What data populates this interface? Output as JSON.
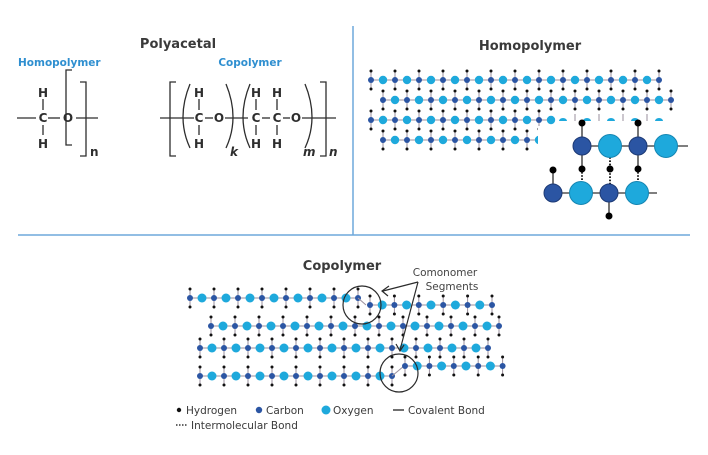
{
  "panels": {
    "polyacetal": {
      "title": "Polyacetal",
      "homopolymer": {
        "label": "Homopolymer",
        "formula": {
          "atoms": [
            "H",
            "C",
            "H",
            "O"
          ],
          "repeat_subscript": "n"
        }
      },
      "copolymer": {
        "label": "Copolymer",
        "formula": {
          "unit1_atoms": [
            "H",
            "C",
            "H",
            "O"
          ],
          "unit1_subscript": "k",
          "unit2_atoms": [
            "H",
            "H",
            "C",
            "C",
            "H",
            "H",
            "O"
          ],
          "unit2_subscript": "m",
          "repeat_subscript": "n"
        }
      }
    },
    "homopolymer": {
      "title": "Homopolymer"
    },
    "copolymer": {
      "title": "Copolymer",
      "annotation": {
        "line1": "Comonomer",
        "line2": "Segments"
      }
    }
  },
  "legend": {
    "items": [
      {
        "label": "Hydrogen",
        "symbol": "hydrogen-dot"
      },
      {
        "label": "Carbon",
        "symbol": "carbon-dot"
      },
      {
        "label": "Oxygen",
        "symbol": "oxygen-dot"
      },
      {
        "label": "Covalent Bond",
        "symbol": "solid-line"
      },
      {
        "label": "Intermolecular Bond",
        "symbol": "dotted-line"
      }
    ]
  },
  "colors": {
    "carbon": "#2b55a3",
    "carbon_stroke": "#1d3a75",
    "oxygen": "#1ea9dc",
    "oxygen_stroke": "#1586b3",
    "hydrogen": "#111111",
    "bond": "#9a8f9c",
    "divider": "#6fa8dc",
    "accent_label": "#2f8fd0"
  }
}
